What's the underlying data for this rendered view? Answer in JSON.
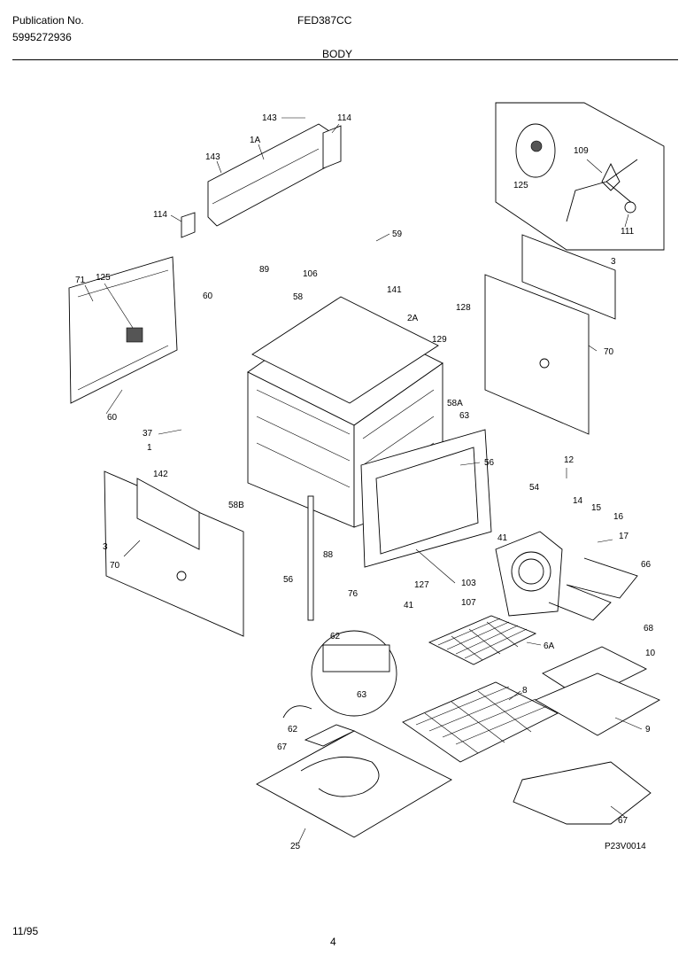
{
  "header": {
    "publication_label": "Publication No.",
    "publication_number": "5995272936",
    "model": "FED387CC",
    "section": "BODY"
  },
  "diagram": {
    "drawing_id": "P23V0014",
    "callouts": [
      "143",
      "114",
      "1A",
      "143",
      "114",
      "59",
      "125",
      "109",
      "111",
      "3",
      "71",
      "125",
      "60",
      "89",
      "106",
      "58",
      "141",
      "2A",
      "128",
      "129",
      "70",
      "60",
      "37",
      "1",
      "58A",
      "63",
      "142",
      "58B",
      "56",
      "12",
      "54",
      "14",
      "15",
      "16",
      "17",
      "3",
      "70",
      "56",
      "88",
      "76",
      "127",
      "103",
      "41",
      "41",
      "107",
      "66",
      "68",
      "62",
      "6A",
      "10",
      "63",
      "8",
      "9",
      "62",
      "67",
      "25",
      "67"
    ]
  },
  "footer": {
    "date": "11/95",
    "page": "4"
  }
}
